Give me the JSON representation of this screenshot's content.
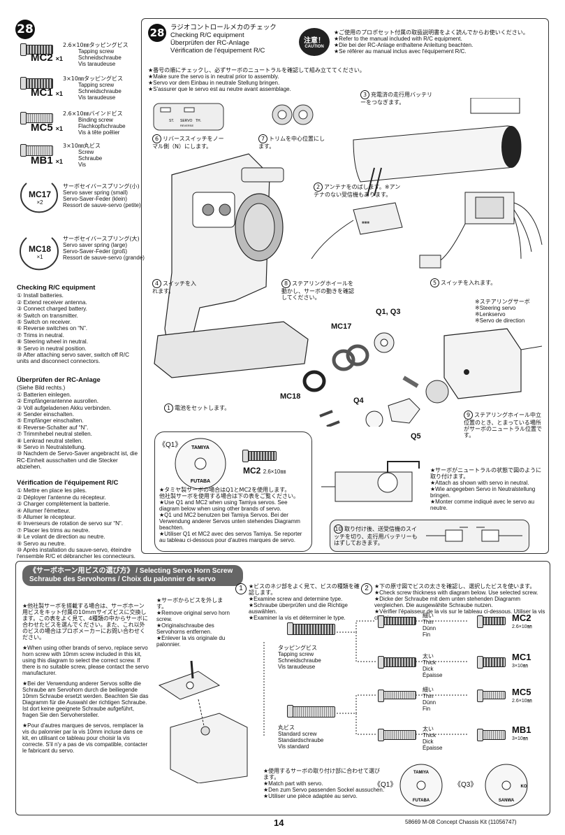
{
  "step_number": "28",
  "parts": [
    {
      "code": "MC2",
      "qty": "×1",
      "jp": "2.6×10㎜タッピングビス",
      "en": "Tapping screw",
      "de": "Schneidschraube",
      "fr": "Vis taraudeuse"
    },
    {
      "code": "MC1",
      "qty": "×1",
      "jp": "3×10㎜タッピングビス",
      "en": "Tapping screw",
      "de": "Schneidschraube",
      "fr": "Vis taraudeuse"
    },
    {
      "code": "MC5",
      "qty": "×1",
      "jp": "2.6×10㎜バインドビス",
      "en": "Binding screw",
      "de": "Flachkopfschraube",
      "fr": "Vis à tête poêlier"
    },
    {
      "code": "MB1",
      "qty": "×1",
      "jp": "3×10㎜丸ビス",
      "en": "Screw",
      "de": "Schraube",
      "fr": "Vis"
    },
    {
      "code": "MC17",
      "qty": "×2",
      "jp": "サーボセイバースプリング(小)",
      "en": "Servo saver spring (small)",
      "de": "Servo-Saver-Feder (klein)",
      "fr": "Ressort de sauve-servo (petite)"
    },
    {
      "code": "MC18",
      "qty": "×1",
      "jp": "サーボセイバースプリング(大)",
      "en": "Servo saver spring (large)",
      "de": "Servo-Saver-Feder (groß)",
      "fr": "Ressort de sauve-servo (grande)"
    }
  ],
  "checking": {
    "en_title": "Checking R/C equipment",
    "en_items": [
      "① Install batteries.",
      "② Extend receiver antenna.",
      "③ Connect charged battery.",
      "④ Switch on transmitter.",
      "⑤ Switch on receiver.",
      "⑥ Reverse switches on “N”.",
      "⑦ Trims in neutral.",
      "⑧ Steering wheel in neutral.",
      "⑨ Servo in neutral position.",
      "⑩ After attaching servo saver, switch off R/C units and disconnect connectors."
    ],
    "de_title": "Überprüfen der RC-Anlage",
    "de_sub": "(Siehe Bild rechts.)",
    "de_items": [
      "① Batterien einlegen.",
      "② Empfängerantenne ausrollen.",
      "③ Voll aufgeladenen Akku verbinden.",
      "④ Sender einschalten.",
      "⑤ Empfänger einschalten.",
      "⑥ Reverse-Schalter auf “N”.",
      "⑦ Trimmhebel neutral stellen.",
      "⑧ Lenkrad neutral stellen.",
      "⑨ Servo in Neutralstellung.",
      "⑩ Nachdem de Servo-Saver angebracht ist, die RC-Einheit ausschalten und die Stecker abziehen."
    ],
    "fr_title": "Vérification de l'équipement R/C",
    "fr_items": [
      "① Mettre en place les piles.",
      "② Déployer l'antenne du récepteur.",
      "③ Charger complètement la batterie.",
      "④ Allumer l'émetteur.",
      "⑤ Allumer le récepteur.",
      "⑥ Inverseurs de rotation de servo sur “N”.",
      "⑦ Placer les trims au neutre.",
      "⑧ Le volant de direction au neutre.",
      "⑨ Servo au neutre.",
      "⑩ Après installation du sauve-servo, éteindre l'ensemble R/C et débrancher les connecteurs."
    ]
  },
  "main": {
    "title_jp": "ラジオコントロールメカのチェック",
    "title_en": "Checking R/C equipment",
    "title_de": "Überprüfen der RC-Anlage",
    "title_fr": "Vérification de l'équipement R/C",
    "caution_jp": "注意！",
    "caution_en": "CAUTION",
    "caution_lines": [
      "★ご使用のプロポセット付属の取扱説明書をよく読んでからお使いください。",
      "★Refer to the manual included with R/C equipment.",
      "★Die bei der RC-Anlage enthaltene Anleitung beachten.",
      "★Se référer au manual inclus avec l'équipement R/C."
    ],
    "order_lines": [
      "★番号の順にチェックし、必ずサーボのニュートラルを確認して組み立ててください。",
      "★Make sure the servo is in neutral prior to assembly.",
      "★Servo vor dem Einbau in neutrale Stellung bringen.",
      "★S'assurer que le servo est au neutre avant assemblage."
    ],
    "c1": "電池をセットします。",
    "c2": "アンテナをのばします。※アンテナのない受信機もあります。",
    "c3": "充電済の走行用バッテリーをつなぎます。",
    "c4": "スイッチを入れます。",
    "c5": "スイッチを入れます。",
    "c6": "リバーススイッチをノーマル側（N）にします。",
    "c7": "トリムを中心位置にします。",
    "c8": "ステアリングホイールを動かし、サーボの動きを確認してください。",
    "c9": "ステアリングホイール中立位置のとき、とまっている場所がサーボのニュートラル位置です。",
    "steering_servo": [
      "※ステアリングサーボ",
      "※Steering servo",
      "※Lenkservo",
      "※Servo de direction"
    ],
    "q1q3": "Q1, Q3",
    "mc17": "MC17",
    "mc18": "MC18",
    "q4": "Q4",
    "q5": "Q5",
    "switch_labels": [
      "ST.",
      "SERVO",
      "TH.",
      "REVERSE"
    ],
    "q1_box": {
      "title": "《Q1》",
      "brand1": "TAMIYA",
      "brand2": "FUTABA",
      "mc2": "MC2",
      "mc2_size": "2.6×10㎜",
      "lines": [
        "★タミヤ製サーボの場合はQ1とMC2を使用します。",
        "他社製サーボを使用する場合は下の表をご覧ください。",
        "★Use Q1 and MC2 when using Tamiya servos. See diagram below when using other brands of servo.",
        "★Q1 und MC2 benutzen bei Tamiya Servos. Bei der Verwendung anderer Servos unten stehendes Diagramm beachten.",
        "★Utiliser Q1 et MC2 avec des servos Tamiya. Se reporter au tableau ci-dessous pour d'autres marques de servo."
      ]
    },
    "neutral_lines": [
      "★サーボがニュートラルの状態で図のように取り付けます。",
      "★Attach as shown with servo in neutral.",
      "★Wie angegeben Servo in Neutralstellung bringen.",
      "★Monter comme indiqué avec le servo au neutre."
    ],
    "c10": "取り付け後、送受信機のスイッチを切り、走行用バッテリーもはずしておきます。"
  },
  "lower": {
    "banner_jp": "《サーボホーン用ビスの選び方》",
    "banner_en": "Selecting Servo Horn Screw",
    "banner_de": "Schraube des Servohorns",
    "banner_fr": "Choix du palonnier de servo",
    "left_paras": [
      "★他社製サーボを搭載する場合は、サーボホーン用ビスをキット付属の10mmサイズビスに交換します。この表をよく見て、4種類の中からサーボに合わせたビスを選んでください。また、これ以外のビスの場合はプロポメーカーにお問い合わせください。",
      "★When using other brands of servo, replace servo horn screw with 10mm screw included in this kit, using this diagram to select the correct screw. If there is no suitable screw, please contact the servo manufacturer.",
      "★Bei der Verwendung anderer Servos sollte die Schraube am Servohorn durch die beiliegende 10mm Schraube ersetzt werden. Beachten Sie das Diagramm für die Auswahl der richtigen Schraube. Ist dort keine geeignete Schraube aufgeführt, fragen Sie den Servohersteller.",
      "★Pour d'autres marques de servos, remplacer la vis du palonnier par la vis 10mm incluse dans ce kit, en utilisant ce tableau pour choisir la vis correcte. S'il n'y a pas de vis compatible, contacter le fabricant du servo."
    ],
    "remove_lines": [
      "★サーボからビスを外します。",
      "★Remove original servo horn screw.",
      "★Originalschraube des Servohorns entfernen.",
      "★Enlever la vis originale du palonnier."
    ],
    "step1_num": "1",
    "step1_lines": [
      "★ビスのネジ部をよく見て、ビスの種類を確認します。",
      "★Examine screw and determine type.",
      "★Schraube überprüfen und die Richtige auswählen.",
      "★Examiner la vis et déterminer le type."
    ],
    "step2_num": "2",
    "step2_lines": [
      "★下の原寸図でビスの太さを確認し、選択したビスを使います。",
      "★Check screw thickness with diagram below. Use selected screw.",
      "★Dicke der Schraube mit dem unten stehenden Diagramm vergleichen. Die ausgewählte Schraube nutzen.",
      "★Vérifier l'épaisseur de la vis sur le tableau ci-dessous. Utiliser la vis choisie."
    ],
    "tapping": [
      "タッピングビス",
      "Tapping screw",
      "Schneidschraube",
      "Vis taraudeuse"
    ],
    "standard": [
      "丸ビス",
      "Standard screw",
      "Standardschraube",
      "Vis standard"
    ],
    "thin": [
      "細い",
      "Thin",
      "Dünn",
      "Fin"
    ],
    "thick": [
      "太い",
      "Thick",
      "Dick",
      "Épaisse"
    ],
    "results": [
      {
        "code": "MC2",
        "size": "2.6×10㎜"
      },
      {
        "code": "MC1",
        "size": "3×10㎜"
      },
      {
        "code": "MC5",
        "size": "2.6×10㎜"
      },
      {
        "code": "MB1",
        "size": "3×10㎜"
      }
    ],
    "match_lines": [
      "★使用するサーボの取り付け部に合わせて選びます。",
      "★Match part with servo.",
      "★Den zum Servo passenden Sockel aussuchen.",
      "★Utiliser une pièce adaptée au servo."
    ],
    "q1_label": "《Q1》",
    "q3_label": "《Q3》",
    "brand_tamiya": "TAMIYA",
    "brand_futaba": "FUTABA",
    "brand_ko": "KO",
    "brand_sanwa": "SANWA"
  },
  "footer": {
    "page": "14",
    "kit": "58669 M-08 Concept Chassis Kit (11056747)"
  }
}
